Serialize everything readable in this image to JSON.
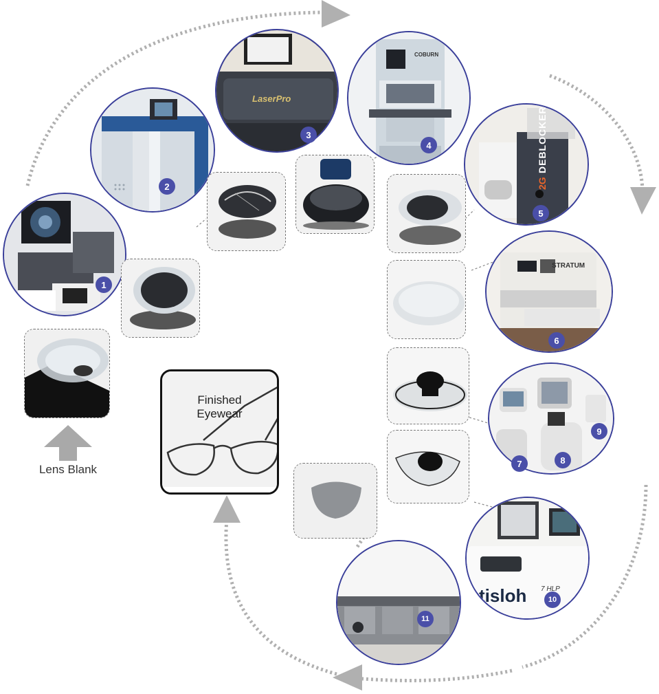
{
  "colors": {
    "circle_border": "#3a3f9a",
    "badge_fill": "#4a4fa8",
    "flow_arrow": "#b0b0b0",
    "inset_border": "#777777"
  },
  "labels": {
    "lens_blank": "Lens Blank",
    "finished_eyewear": "Finished\nEyewear"
  },
  "stations": [
    {
      "number": "1",
      "machine": "generator-with-monitor"
    },
    {
      "number": "2",
      "machine": "blue-cabinet-generator"
    },
    {
      "number": "3",
      "machine": "laser-engraver"
    },
    {
      "number": "4",
      "machine": "polisher"
    },
    {
      "number": "5",
      "machine": "deblocker"
    },
    {
      "number": "6",
      "machine": "lens-washer"
    },
    {
      "number": "7",
      "machine": "lensmeter"
    },
    {
      "number": "8",
      "machine": "blocker"
    },
    {
      "number": "9",
      "machine": "tracer"
    },
    {
      "number": "10",
      "machine": "coating-unit"
    },
    {
      "number": "11",
      "machine": "tint-tanks"
    }
  ],
  "machine_text": {
    "deblocker": "DEBLOCKER",
    "deblocker_brand": "2G",
    "stratum": "STRATUM",
    "coburn": "COBURN",
    "satisloh": "tisloh",
    "hlp": "7  HLP",
    "laser_brand": "LaserPro"
  },
  "icons": [
    "flow-arrow-icon",
    "up-arrow-icon",
    "lens-icon",
    "eyeglasses-icon"
  ]
}
